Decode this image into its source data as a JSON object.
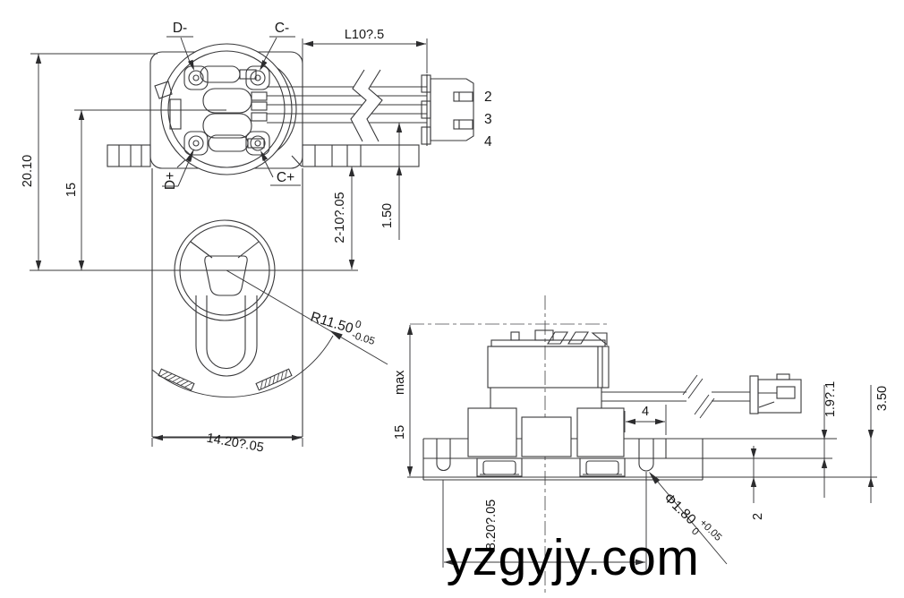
{
  "watermark": "yzgyjy.com",
  "colors": {
    "line": "#38383a",
    "text": "#161616",
    "background": "#ffffff",
    "watermark": "#000000"
  },
  "front_view": {
    "terminals": {
      "top_left": "D-",
      "top_right": "C-",
      "bottom_left": "D+",
      "bottom_right": "C+"
    },
    "connector_pins": [
      "2",
      "3",
      "4"
    ],
    "dimensions": {
      "lead_length": "L10?.5",
      "overall_height": "20.10",
      "center_height": "15",
      "tab_thickness": "1.50",
      "hole_spacing": "2-10?.05",
      "body_width": "14.20?.05",
      "arc_radius": "R11.50",
      "arc_radius_tol_upper": "0",
      "arc_radius_tol_lower": "-0.05"
    }
  },
  "side_view": {
    "dimensions": {
      "height_value": "15",
      "height_qualifier": "max",
      "tab_width": "4",
      "lead_offset": "1.9?.1",
      "base_height": "3.50",
      "plate_thickness": "2",
      "hole_spacing": "8.20?.05",
      "hole_diameter": "Φ1.80",
      "hole_diameter_tol_upper": "+0.05",
      "hole_diameter_tol_lower": "0"
    }
  }
}
